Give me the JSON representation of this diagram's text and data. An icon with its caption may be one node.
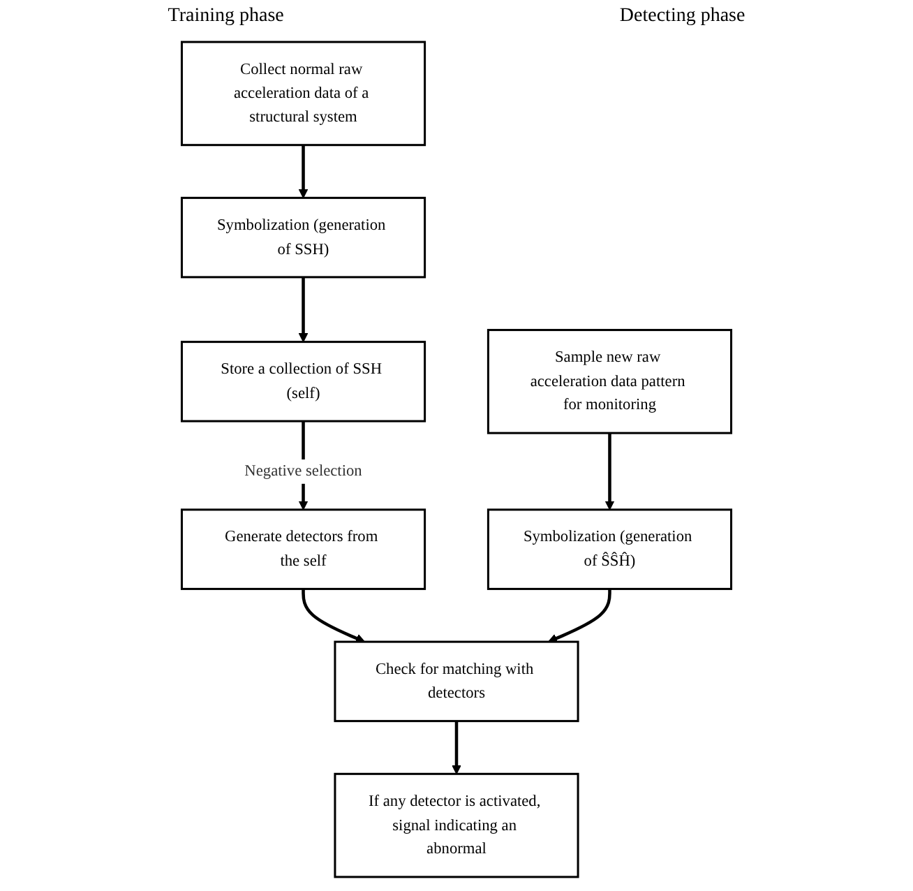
{
  "diagram": {
    "nodes": [
      {
        "text": [
          "Collect normal raw acceleration data of a structural system"
        ]
      },
      {
        "text": [
          "Symbolization (generation of SSH)"
        ]
      },
      {
        "text": [
          "Store a collection of SSH (self)"
        ]
      },
      {
        "text": [
          "Generate detectors from the self"
        ]
      },
      {
        "text": [
          "Sample new raw acceleration data pattern for monitoring"
        ]
      },
      {
        "text": [
          "Symbolization (generation of ŜŜĤ)"
        ]
      },
      {
        "text": [
          "Check for matching with detectors"
        ]
      },
      {
        "text": [
          "If any detector is activated, signal indicating an abnormal"
        ]
      }
    ],
    "edges": [
      {
        "from": 0,
        "to": 1,
        "arrow": "to"
      },
      {
        "from": 1,
        "to": 2,
        "arrow": "to"
      },
      {
        "from": 2,
        "to": 3,
        "arrow": "to",
        "label": "Negative selection"
      },
      {
        "from": 3,
        "to": 6,
        "arrow": "to"
      },
      {
        "from": 4,
        "to": 5,
        "arrow": "to"
      },
      {
        "from": 5,
        "to": 6,
        "arrow": "to"
      },
      {
        "from": 6,
        "to": 7,
        "arrow": "to"
      }
    ],
    "labels": [
      "Training phase",
      "Detecting phase"
    ]
  }
}
